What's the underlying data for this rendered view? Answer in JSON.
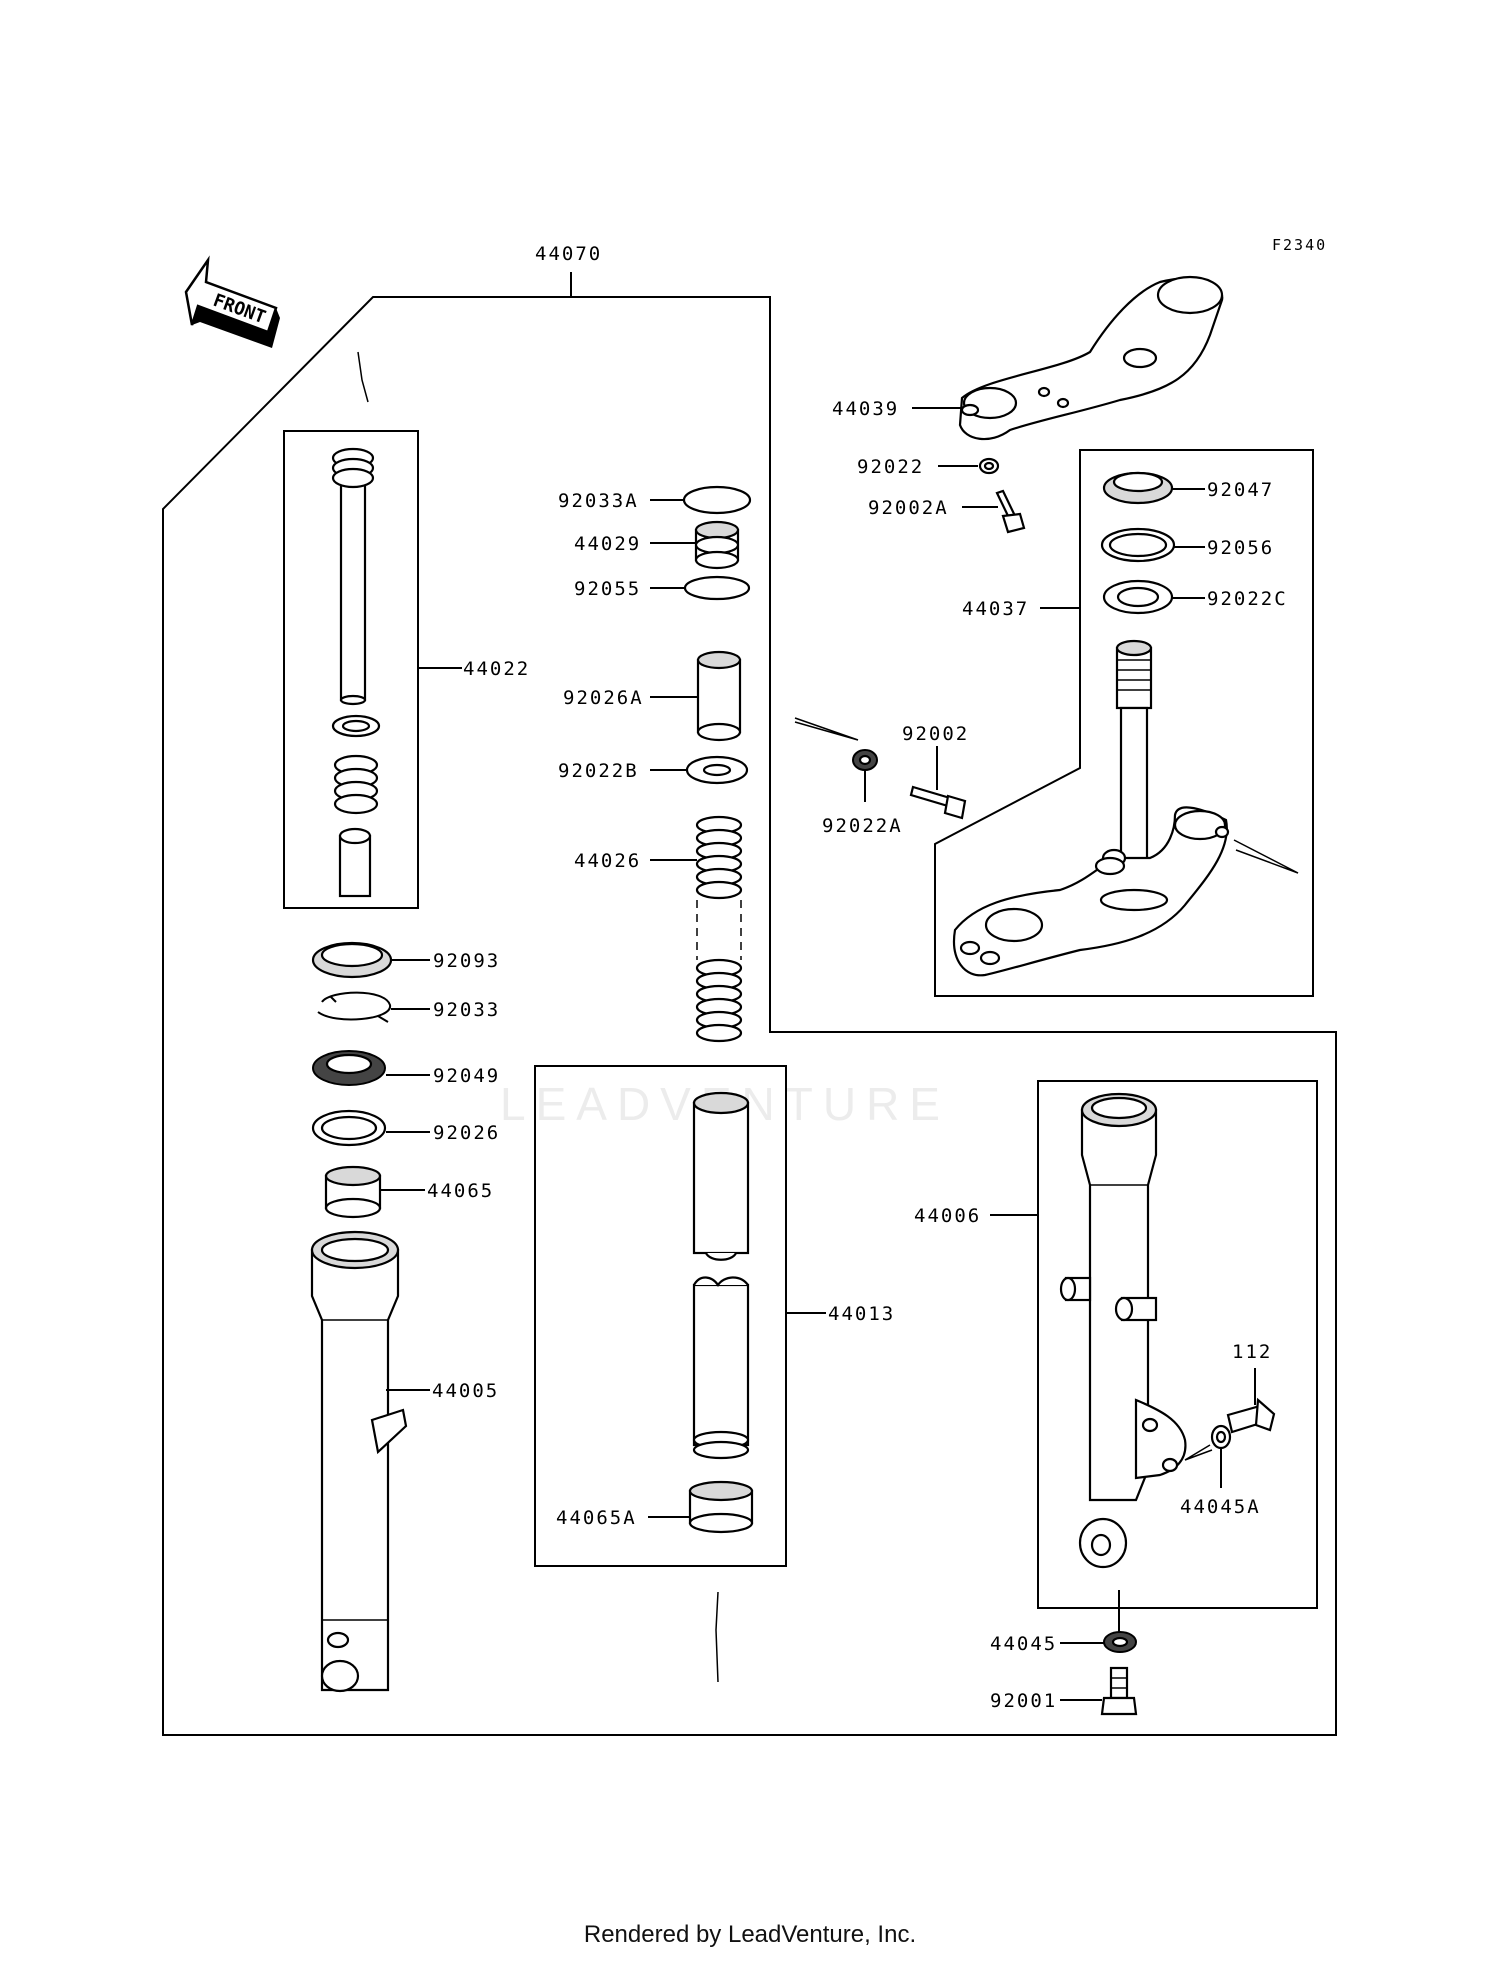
{
  "diagram_code": "F2340",
  "watermark": "LEADVENTURE",
  "front_label": "FRONT",
  "footer": "Rendered by LeadVenture, Inc.",
  "parts": {
    "p44070": "44070",
    "p44022": "44022",
    "p92093": "92093",
    "p92033": "92033",
    "p92049": "92049",
    "p92026": "92026",
    "p44065": "44065",
    "p44005": "44005",
    "p92033A": "92033A",
    "p44029": "44029",
    "p92055": "92055",
    "p92026A": "92026A",
    "p92022B": "92022B",
    "p44026": "44026",
    "p44013": "44013",
    "p44065A": "44065A",
    "p44039": "44039",
    "p92022": "92022",
    "p92002A": "92002A",
    "p92047": "92047",
    "p92056": "92056",
    "p92022C": "92022C",
    "p44037": "44037",
    "p92002": "92002",
    "p92022A": "92022A",
    "p44006": "44006",
    "p112": "112",
    "p44045A": "44045A",
    "p44045": "44045",
    "p92001": "92001"
  }
}
